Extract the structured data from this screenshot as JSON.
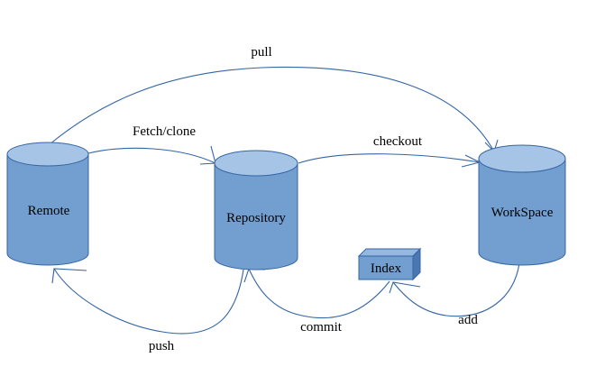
{
  "colors": {
    "cylinder_body": "#729fcf",
    "cylinder_top": "#a5c4e6",
    "cylinder_stroke": "#3465a4",
    "box_front": "#729fcf",
    "box_top": "#94b8df",
    "box_side": "#4a76b2",
    "arrow": "#3465a4",
    "text": "#000000",
    "background": "#ffffff"
  },
  "nodes": {
    "remote": {
      "label": "Remote",
      "shape": "cylinder"
    },
    "repository": {
      "label": "Repository",
      "shape": "cylinder"
    },
    "workspace": {
      "label": "WorkSpace",
      "shape": "cylinder"
    },
    "index": {
      "label": "Index",
      "shape": "3d-box"
    }
  },
  "edges": {
    "pull": {
      "label": "pull",
      "from": "Remote",
      "to": "WorkSpace"
    },
    "fetch_clone": {
      "label": "Fetch/clone",
      "from": "Remote",
      "to": "Repository"
    },
    "checkout": {
      "label": "checkout",
      "from": "Repository",
      "to": "WorkSpace"
    },
    "push": {
      "label": "push",
      "from": "Repository",
      "to": "Remote"
    },
    "commit": {
      "label": "commit",
      "from": "Index",
      "to": "Repository"
    },
    "add": {
      "label": "add",
      "from": "WorkSpace",
      "to": "Index"
    }
  }
}
